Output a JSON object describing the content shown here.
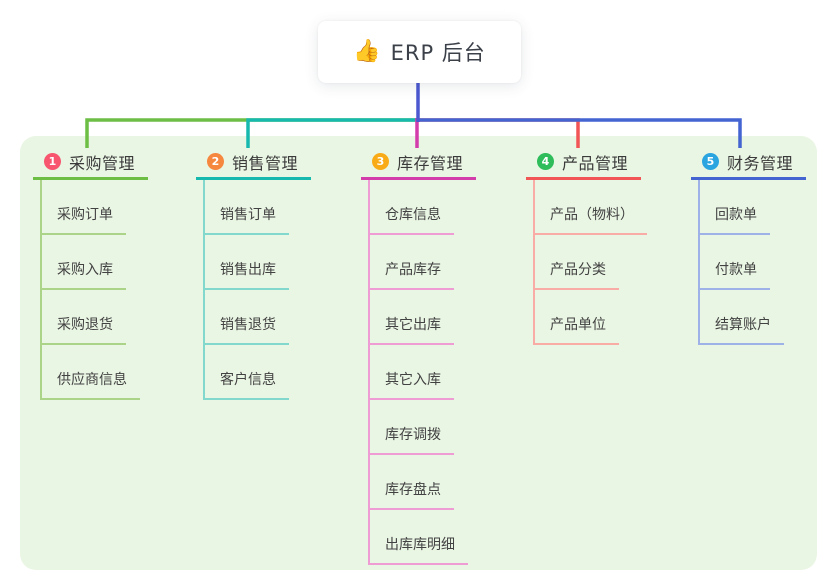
{
  "root": {
    "icon": "👍",
    "title": "ERP 后台",
    "line_color": "#4b58d0"
  },
  "panel": {
    "background": "#eaf6e4"
  },
  "branches": [
    {
      "index": "1",
      "label": "采购管理",
      "color": "#6cbe45",
      "light": "#abd489",
      "badge": "#f7566e",
      "children": [
        "采购订单",
        "采购入库",
        "采购退货",
        "供应商信息"
      ]
    },
    {
      "index": "2",
      "label": "销售管理",
      "color": "#17b9ae",
      "light": "#83d8ce",
      "badge": "#f6873f",
      "children": [
        "销售订单",
        "销售出库",
        "销售退货",
        "客户信息"
      ]
    },
    {
      "index": "3",
      "label": "库存管理",
      "color": "#d23cab",
      "light": "#ef9cd5",
      "badge": "#f9ab17",
      "children": [
        "仓库信息",
        "产品库存",
        "其它出库",
        "其它入库",
        "库存调拨",
        "库存盘点",
        "出库库明细"
      ]
    },
    {
      "index": "4",
      "label": "产品管理",
      "color": "#f25555",
      "light": "#f8aca5",
      "badge": "#2fbd5b",
      "children": [
        "产品（物料）",
        "产品分类",
        "产品单位"
      ]
    },
    {
      "index": "5",
      "label": "财务管理",
      "color": "#4464d2",
      "light": "#9fb2e7",
      "badge": "#2ba5e0",
      "children": [
        "回款单",
        "付款单",
        "结算账户"
      ]
    }
  ]
}
